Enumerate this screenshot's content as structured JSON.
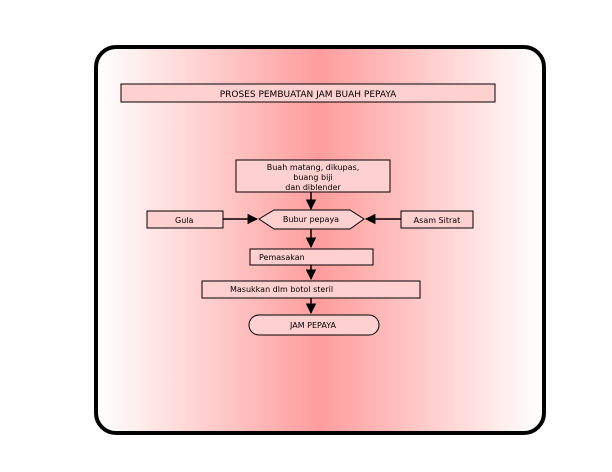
{
  "title": "PROSES PEMBUATAN  JAM BUAH PEPAYA",
  "nodes": {
    "input": [
      "Buah matang, dikupas,",
      "buang biji",
      "dan diblender"
    ],
    "pulp": "Bubur  pepaya",
    "sugar": "Gula",
    "acid": "Asam Sitrat",
    "cook": "Pemasakan",
    "bottle": "Masukkan dlm botol steril",
    "product": "JAM PEPAYA"
  },
  "colors": {
    "box_fill": "#ffd0d0",
    "gradient_center": "#ff9d9d",
    "gradient_edge": "#ffffff",
    "stroke": "#000000"
  }
}
